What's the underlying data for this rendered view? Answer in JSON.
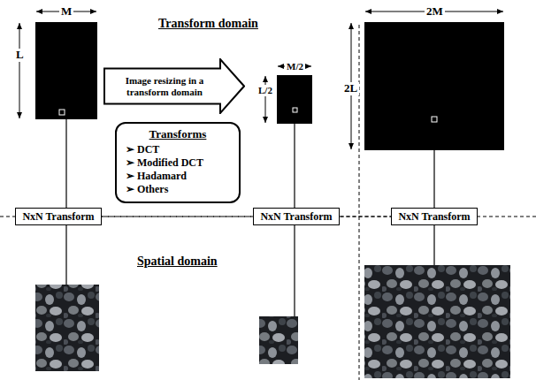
{
  "diagram": {
    "nodes": [
      {
        "text": [
          "Image resizing in a transform domain"
        ]
      },
      {
        "text": [
          "Transforms",
          "➢ DCT",
          "➢ Modified DCT",
          "➢ Hadamard",
          "➢ Others"
        ]
      },
      {
        "text": [
          "NxN Transform"
        ]
      },
      {
        "text": [
          "NxN Transform"
        ]
      },
      {
        "text": [
          "NxN Transform"
        ]
      }
    ],
    "edges": [
      {
        "from": 2,
        "to": 3,
        "arrow": "none"
      },
      {
        "from": 3,
        "to": 4,
        "arrow": "none"
      }
    ],
    "labels": [
      "Transform domain",
      "M",
      "L",
      "M/2",
      "L/2",
      "2M",
      "2L",
      "Spatial domain"
    ]
  }
}
